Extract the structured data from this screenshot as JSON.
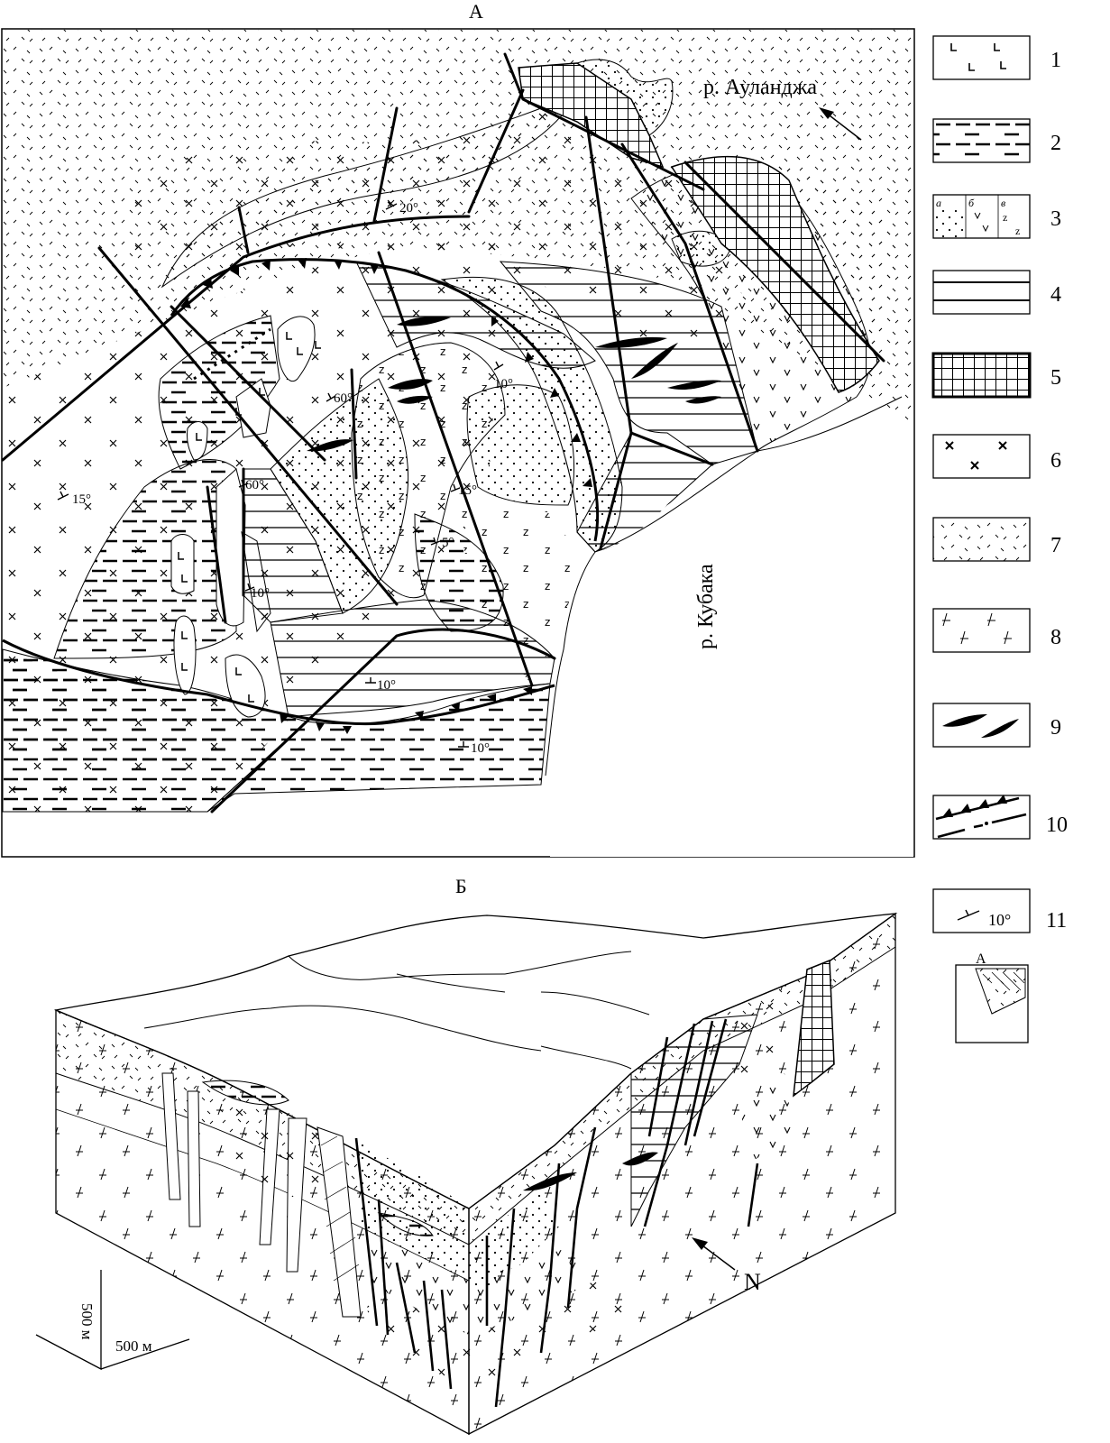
{
  "figure": {
    "panel_a_label": "А",
    "panel_b_label": "Б"
  },
  "map_a": {
    "river_aulanja": "р. Ауланджа",
    "river_kubaka": "р. Кубака",
    "dip_labels": [
      "20°",
      "60°",
      "10°",
      "15°",
      "60°",
      "15°",
      "5°",
      "10°",
      "10°",
      "10°"
    ]
  },
  "legend": {
    "items": [
      "1",
      "2",
      "3",
      "4",
      "5",
      "6",
      "7",
      "8",
      "9",
      "10",
      "11"
    ],
    "sub_a": "а",
    "sub_b": "б",
    "sub_v": "в",
    "dip_sample": "10°",
    "index_label": "А"
  },
  "block_b": {
    "north_label": "N",
    "scale_vertical": "500 м",
    "scale_horizontal": "500 м"
  },
  "colors": {
    "ink": "#000000",
    "paper": "#ffffff"
  }
}
